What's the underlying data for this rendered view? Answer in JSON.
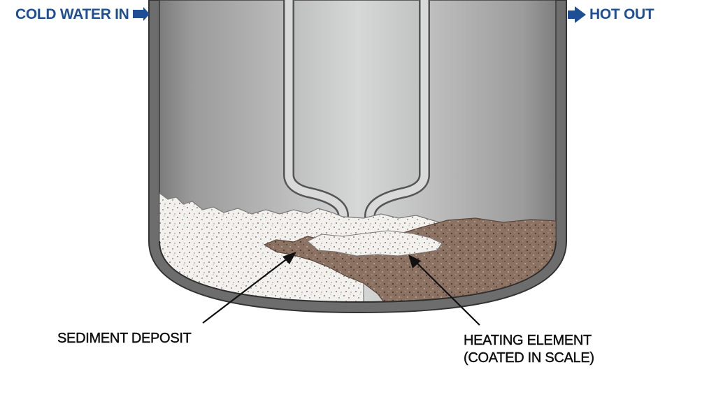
{
  "labels": {
    "cold_in": "COLD WATER IN",
    "hot_out": "HOT OUT",
    "sediment": "SEDIMENT DEPOSIT",
    "element_line1": "HEATING ELEMENT",
    "element_line2": "(COATED IN SCALE)"
  },
  "colors": {
    "pipe_label": "#1e4f94",
    "arrow": "#1e4f94",
    "annotation_text": "#111111",
    "tank_steel": "#9a9a9a",
    "sediment_white": "#f1f0ec",
    "scale_brown": "#8a6f5f"
  }
}
